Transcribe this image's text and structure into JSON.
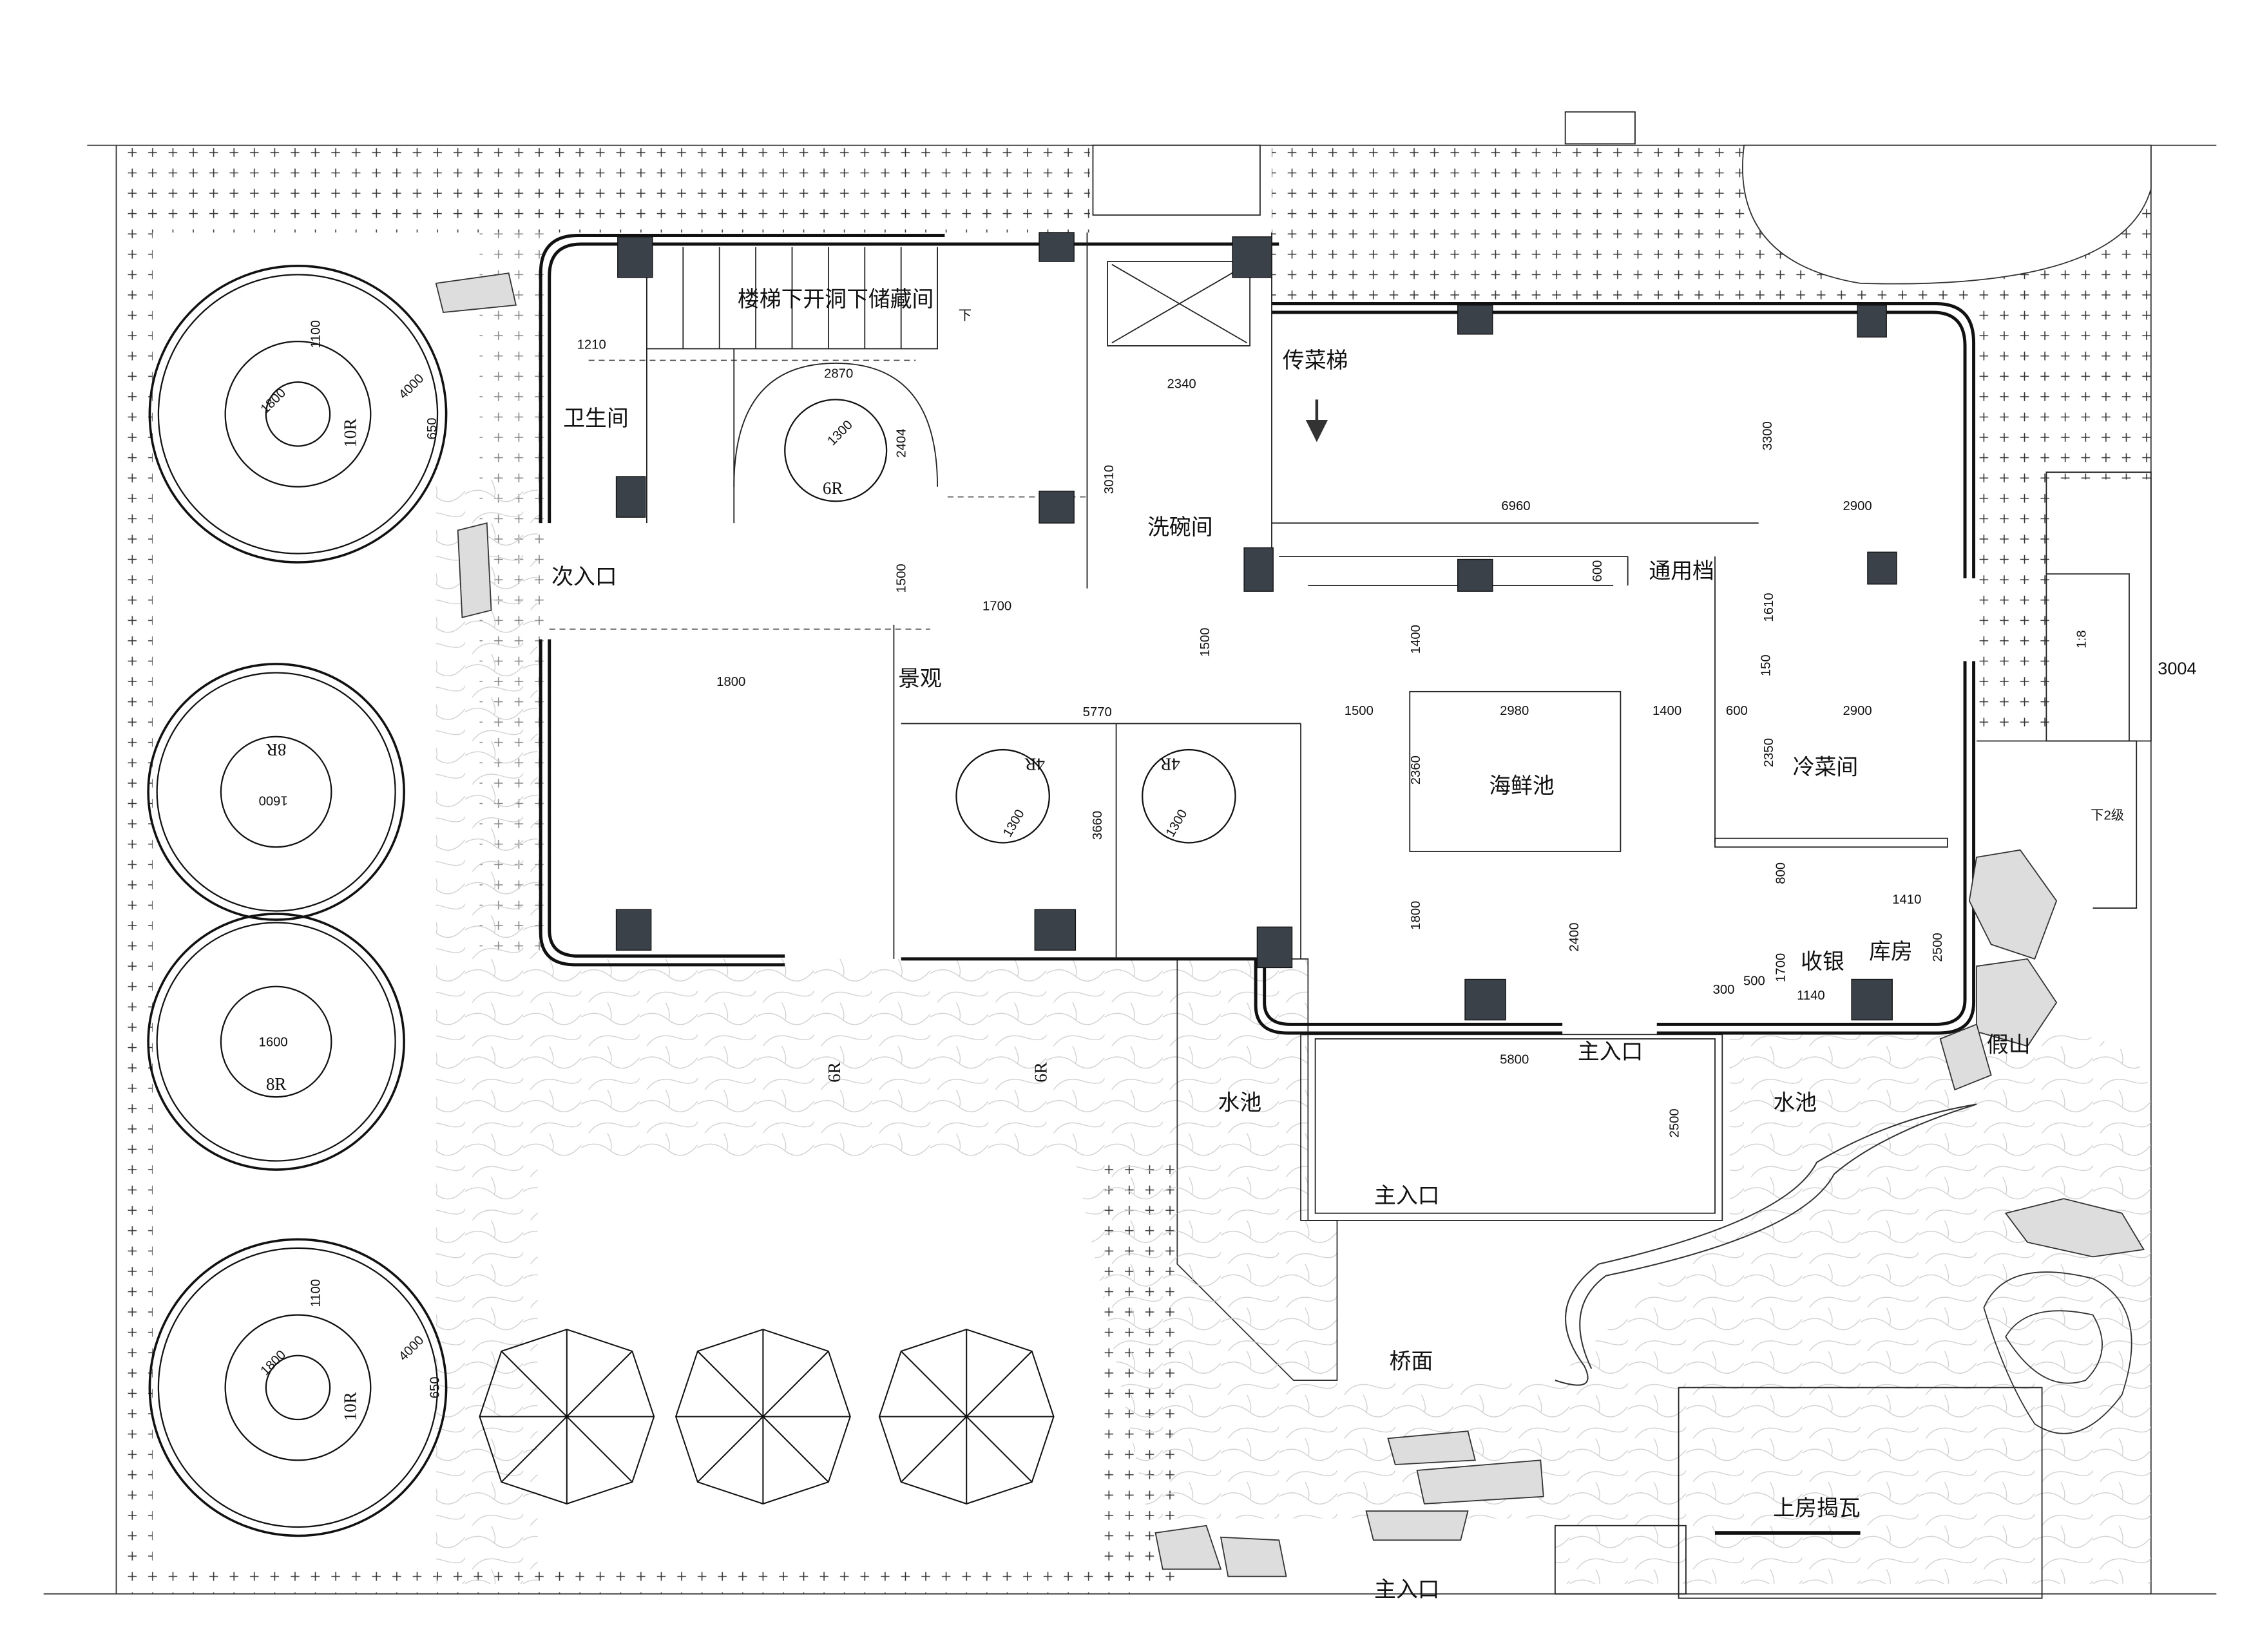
{
  "colors": {
    "column": "#3a4148",
    "line": "#111111",
    "paving": "#e6e6e6"
  },
  "rooms": {
    "storage": "楼梯下开洞下储藏间",
    "toilet": "卫生间",
    "dumbwaiter": "传菜梯",
    "dishwash": "洗碗间",
    "side_entrance": "次入口",
    "general_counter": "通用档",
    "landscape": "景观",
    "seafood_pool": "海鲜池",
    "cold_kitchen": "冷菜间",
    "cashier": "收银",
    "store_room": "库房",
    "main_entrance_1": "主入口",
    "pool_left": "水池",
    "pool_right": "水池",
    "main_entrance_2": "主入口",
    "bridge": "桥面",
    "roof_tiles": "上房揭瓦",
    "main_entrance_3": "主入口",
    "rockery": "假山",
    "down_steps": "下2级",
    "ramp": "1:8",
    "level": "3004",
    "down_mark": "下"
  },
  "tables": [
    "10R",
    "8R",
    "8R",
    "10R",
    "6R",
    "4R",
    "4R",
    "6R",
    "6R"
  ],
  "dims": [
    "1100",
    "4000",
    "1800",
    "650",
    "1210",
    "2870",
    "1300",
    "2404",
    "2340",
    "3010",
    "1500",
    "1700",
    "1800",
    "1500",
    "5770",
    "3660",
    "1300",
    "1300",
    "6960",
    "2900",
    "3300",
    "600",
    "1400",
    "1610",
    "150",
    "1500",
    "2980",
    "1400",
    "600",
    "2900",
    "2360",
    "2350",
    "800",
    "1410",
    "2500",
    "1800",
    "2400",
    "1700",
    "300",
    "500",
    "1140",
    "5800",
    "2500",
    "1600",
    "1600",
    "1100",
    "4000",
    "1800",
    "650"
  ]
}
